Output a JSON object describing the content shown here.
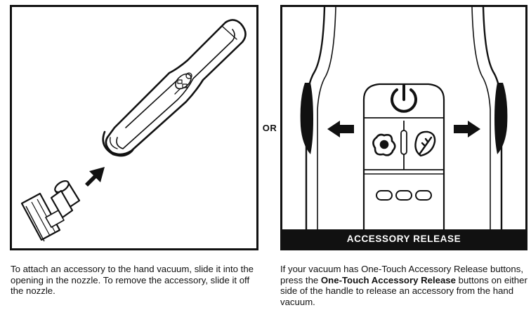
{
  "separator": {
    "label": "OR"
  },
  "right_panel": {
    "banner": "ACCESSORY RELEASE"
  },
  "captions": {
    "left": "To attach an accessory to the hand vacuum, slide it into the opening in the nozzle. To remove the accessory, slide it off the nozzle.",
    "right_before": "If your vacuum has One-Touch Accessory Release buttons, press the ",
    "right_bold": "One-Touch Accessory Release",
    "right_after": " buttons on either side of the handle to release an accessory from the hand vacuum."
  },
  "icons": [
    "hand-vacuum-illustration",
    "accessory-tool-illustration",
    "insert-arrow-icon",
    "power-icon",
    "cyclone-mode-icon",
    "eco-leaf-icon",
    "release-arrow-left-icon",
    "release-arrow-right-icon"
  ]
}
